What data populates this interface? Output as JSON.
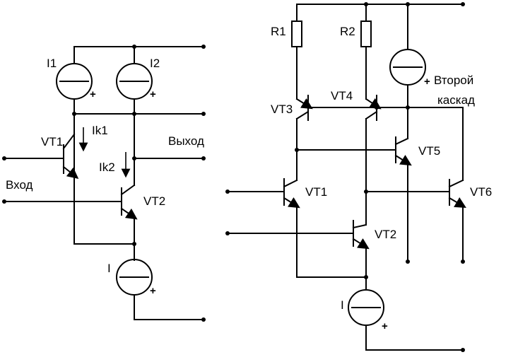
{
  "left": {
    "I1": "I1",
    "I2": "I2",
    "VT1": "VT1",
    "VT2": "VT2",
    "Ik1": "Ik1",
    "Ik2": "Ik2",
    "input": "Вход",
    "output": "Выход",
    "I": "I",
    "plus": "+"
  },
  "right": {
    "R1": "R1",
    "R2": "R2",
    "VT3": "VT3",
    "VT4": "VT4",
    "VT5": "VT5",
    "VT1": "VT1",
    "VT2": "VT2",
    "VT6": "VT6",
    "second_stage_line1": "Второй",
    "second_stage_line2": "каскад",
    "I": "I",
    "plus": "+"
  }
}
